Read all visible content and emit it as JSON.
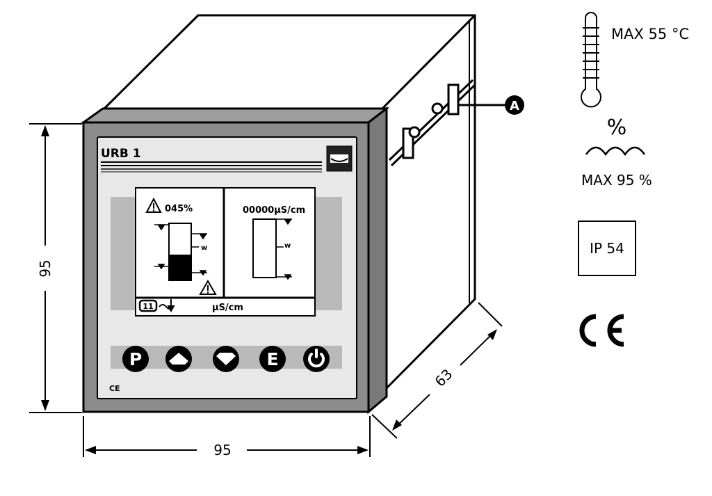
{
  "device": {
    "model": "URB 1",
    "ce_small": "CE"
  },
  "display": {
    "left_readout": "045%",
    "right_readout": "00000µS/cm",
    "w_marker_left": "w",
    "w_marker_right": "w",
    "unit_footer": "µS/cm",
    "relay_label": "11"
  },
  "keys": [
    {
      "label": "P",
      "role": "program-key"
    },
    {
      "label": "",
      "role": "up-key"
    },
    {
      "label": "",
      "role": "down-key"
    },
    {
      "label": "E",
      "role": "enter-key"
    },
    {
      "label": "",
      "role": "power-key"
    }
  ],
  "dimensions": {
    "height": "95",
    "width": "95",
    "depth": "63"
  },
  "callout": {
    "label": "A"
  },
  "specs": {
    "temperature": "MAX 55 °C",
    "humidity_symbol": "%",
    "humidity": "MAX 95 %",
    "ip_rating": "IP 54",
    "ce_mark": "CE"
  },
  "colors": {
    "bezel": "#8c8c8c",
    "faceplate": "#e6e6e6",
    "band": "#b9b9b9",
    "key": "#000000"
  }
}
